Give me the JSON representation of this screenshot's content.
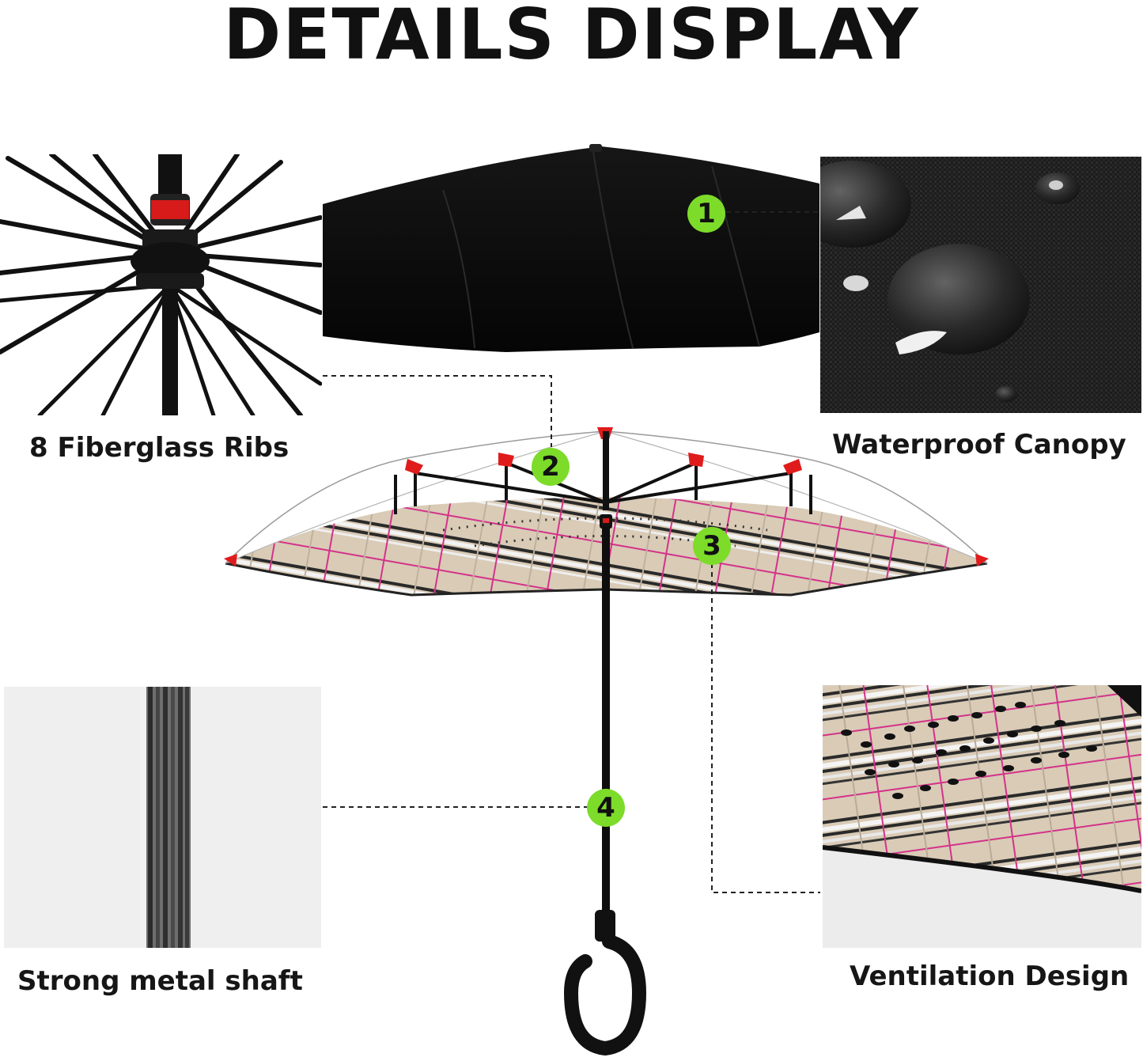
{
  "header": {
    "title": "DETAILS DISPLAY"
  },
  "features": [
    {
      "number": "1",
      "caption": "Waterproof Canopy"
    },
    {
      "number": "2",
      "caption": "8 Fiberglass Ribs"
    },
    {
      "number": "3",
      "caption": "Ventilation Design"
    },
    {
      "number": "4",
      "caption": "Strong metal shaft"
    }
  ],
  "colors": {
    "badge_green": "#7ddc2a",
    "canopy_black": "#0d0d0d",
    "plaid_beige": "#d9cbb6",
    "plaid_pink": "#d4328a",
    "rib_red": "#e01b1b"
  },
  "icons": {
    "closed_canopy": "umbrella-canopy-icon",
    "rib_detail": "umbrella-ribs-icon",
    "water_drops": "water-drops-icon",
    "metal_shaft": "metal-shaft-icon",
    "plaid_fabric": "plaid-fabric-icon",
    "handle": "c-shaped-handle-icon"
  }
}
